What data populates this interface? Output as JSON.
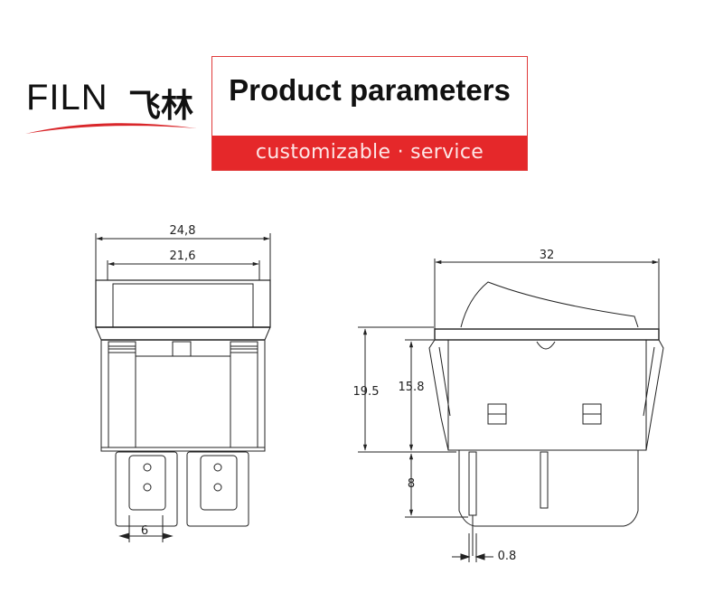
{
  "brand": {
    "name": "FILN",
    "name_cn": "飞林"
  },
  "header": {
    "title": "Product parameters",
    "subtitle": "customizable · service"
  },
  "front_view": {
    "overall_width": "24,8",
    "inner_width": "21,6",
    "terminal_width": "6"
  },
  "side_view": {
    "length": "32",
    "total_height": "19.5",
    "body_height": "15.8",
    "terminal_length": "8",
    "terminal_thickness": "0.8"
  },
  "colors": {
    "brand_red": "#e5282a",
    "line": "#222222"
  }
}
